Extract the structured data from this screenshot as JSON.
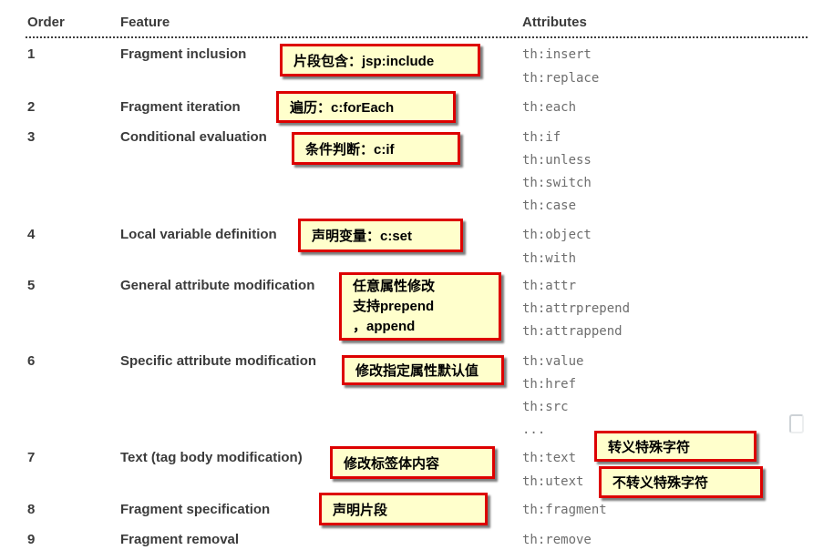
{
  "table": {
    "headers": {
      "order": "Order",
      "feature": "Feature",
      "attributes": "Attributes"
    },
    "rows": [
      {
        "order": "1",
        "feature": "Fragment inclusion",
        "attributes": [
          "th:insert",
          "th:replace"
        ],
        "callout": "片段包含：jsp:include"
      },
      {
        "order": "2",
        "feature": "Fragment iteration",
        "attributes": [
          "th:each"
        ],
        "callout": "遍历：c:forEach"
      },
      {
        "order": "3",
        "feature": "Conditional evaluation",
        "attributes": [
          "th:if",
          "th:unless",
          "th:switch",
          "th:case"
        ],
        "callout": "条件判断：c:if"
      },
      {
        "order": "4",
        "feature": "Local variable definition",
        "attributes": [
          "th:object",
          "th:with"
        ],
        "callout": "声明变量：c:set"
      },
      {
        "order": "5",
        "feature": "General attribute modification",
        "attributes": [
          "th:attr",
          "th:attrprepend",
          "th:attrappend"
        ],
        "callout_lines": [
          "任意属性修改",
          "支持prepend",
          "，append"
        ]
      },
      {
        "order": "6",
        "feature": "Specific attribute modification",
        "attributes": [
          "th:value",
          "th:href",
          "th:src",
          "..."
        ],
        "callout": "修改指定属性默认值"
      },
      {
        "order": "7",
        "feature": "Text (tag body modification)",
        "attributes": [
          "th:text",
          "th:utext"
        ],
        "callout": "修改标签体内容",
        "attr_callouts": [
          "转义特殊字符",
          "不转义特殊字符"
        ]
      },
      {
        "order": "8",
        "feature": "Fragment specification",
        "attributes": [
          "th:fragment"
        ],
        "callout": "声明片段"
      },
      {
        "order": "9",
        "feature": "Fragment removal",
        "attributes": [
          "th:remove"
        ]
      }
    ]
  },
  "colors": {
    "callout_background": "#ffffcc",
    "callout_border": "#dd0000",
    "heading_text": "#3b3b3b",
    "attribute_text": "#6e6e6e"
  }
}
